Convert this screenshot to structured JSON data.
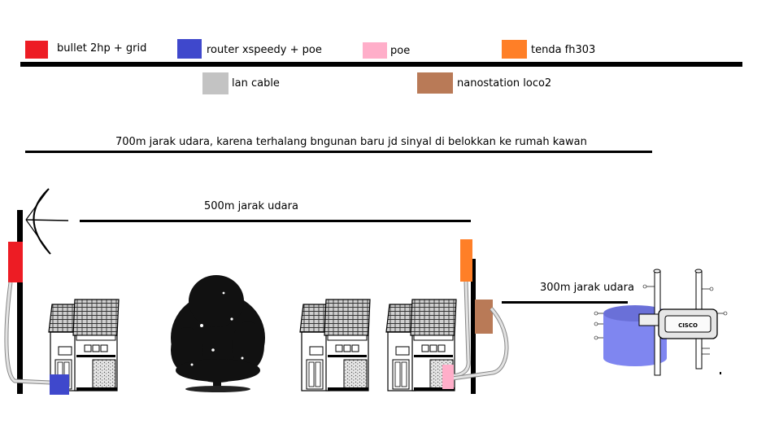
{
  "legend": [
    {
      "label": "bullet 2hp + grid",
      "color": "#ed1c24"
    },
    {
      "label": "router xspeedy + poe",
      "color": "#3f48cc"
    },
    {
      "label": "poe",
      "color": "#ffaec9"
    },
    {
      "label": "tenda fh303",
      "color": "#ff7f27"
    },
    {
      "label": "lan cable",
      "color": "#c3c3c3"
    },
    {
      "label": "nanostation loco2",
      "color": "#b97a57"
    }
  ],
  "links": {
    "long_link": "700m jarak udara, karena terhalang bngunan baru jd sinyal di belokkan ke rumah kawan",
    "mid_link": "500m jarak udara",
    "short_link": "300m jarak udara"
  },
  "cisco_label": "CISCO",
  "colors": {
    "bullet": "#ed1c24",
    "router": "#3f48cc",
    "poe": "#ffaec9",
    "tenda": "#ff7f27",
    "cable": "#c3c3c3",
    "nanostation": "#b97a57"
  }
}
